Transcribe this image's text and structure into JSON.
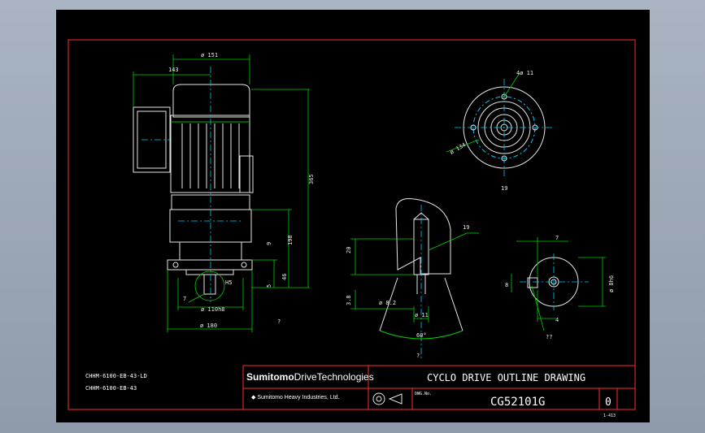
{
  "dimensions": {
    "dia_flange_top": "ø 151",
    "offset_143": "143",
    "height_total": "365",
    "height_198": "198",
    "height_9": "9",
    "height_5": "5",
    "height_46": "46",
    "dia_pilot": "ø 110h8",
    "dia_base": "ø 180",
    "dim_7_left": "7",
    "small_note": "?",
    "h55": "H5",
    "key_len": "20",
    "key_dist": "3.8",
    "bore_dia": "ø 8.2",
    "shaft_dia": "ø 11",
    "angle": "60°",
    "tab_19": "19",
    "question_bottom": "?",
    "plan_holes": "4ø 11",
    "plan_pcd": "ø 134",
    "plan_num": "19",
    "shaft_key_w": "7",
    "shaft_key_h": "8",
    "shaft_key_d": "4",
    "shaft_dia_right": "ø 8h6",
    "shaft_note": "??"
  },
  "model_codes": [
    "CHHM-6100-EB-43-LD",
    "CHHM-6100-EB-43"
  ],
  "title_block": {
    "brand_main": "Sumitomo",
    "brand_sub": "DriveTechnologies",
    "company": "Sumitomo Heavy Industries, Ltd.",
    "drawing_title": "CYCLO DRIVE OUTLINE DRAWING",
    "drawing_number": "CG52101G",
    "revision": "0",
    "dwg_no_label": "DWG.No.",
    "sheet_tag": "1-413"
  }
}
